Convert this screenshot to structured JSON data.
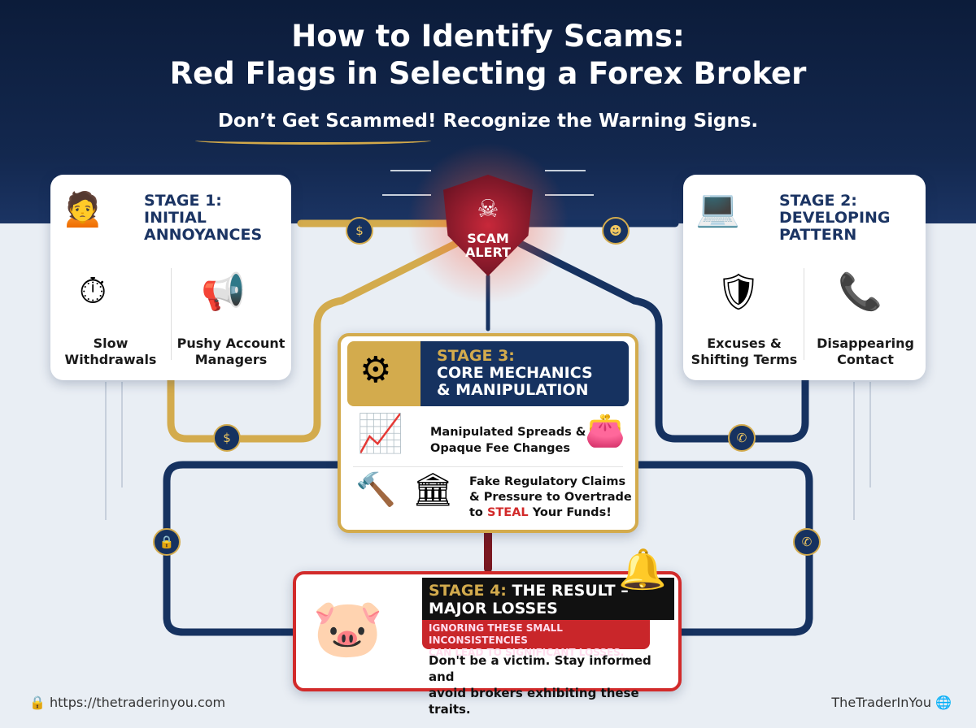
{
  "header": {
    "title_line1": "How to Identify Scams:",
    "title_line2": "Red Flags in Selecting a Forex Broker",
    "subtitle": "Don’t Get Scammed! Recognize the Warning Signs."
  },
  "alert": {
    "line1": "SCAM",
    "line2": "ALERT"
  },
  "stage1": {
    "label": "STAGE 1:",
    "title1": "INITIAL",
    "title2": "ANNOYANCES",
    "items": [
      {
        "l1": "Slow",
        "l2": "Withdrawals"
      },
      {
        "l1": "Pushy Account",
        "l2": "Managers"
      }
    ]
  },
  "stage2": {
    "label": "STAGE 2:",
    "title1": "DEVELOPING",
    "title2": "PATTERN",
    "items": [
      {
        "l1": "Excuses &",
        "l2": "Shifting Terms"
      },
      {
        "l1": "Disappearing",
        "l2": "Contact"
      }
    ]
  },
  "stage3": {
    "label": "STAGE 3:",
    "title1": "CORE MECHANICS",
    "title2": "& MANIPULATION",
    "item1_l1": "Manipulated Spreads &",
    "item1_l2": "Opaque Fee Changes",
    "item2_l1": "Fake Regulatory Claims",
    "item2_l2": "& Pressure to Overtrade",
    "item2_l3a": "to ",
    "item2_l3b": "STEAL",
    "item2_l3c": " Your Funds!"
  },
  "stage4": {
    "label": "STAGE 4:",
    "title1": " THE RESULT –",
    "title2": "MAJOR LOSSES",
    "warning1": "IGNORING THESE SMALL INCONSISTENCIES",
    "warning2": "CAN LEAD TO SIGNIFICANT LOSSES.",
    "text1": "Don't be a victim. Stay informed and",
    "text2": "avoid brokers exhibiting these traits."
  },
  "footer": {
    "url": "https://thetraderinyou.com",
    "brand": "TheTraderInYou"
  },
  "colors": {
    "navy": "#163260",
    "gold": "#d3ab4d",
    "red": "#d22a2a"
  }
}
